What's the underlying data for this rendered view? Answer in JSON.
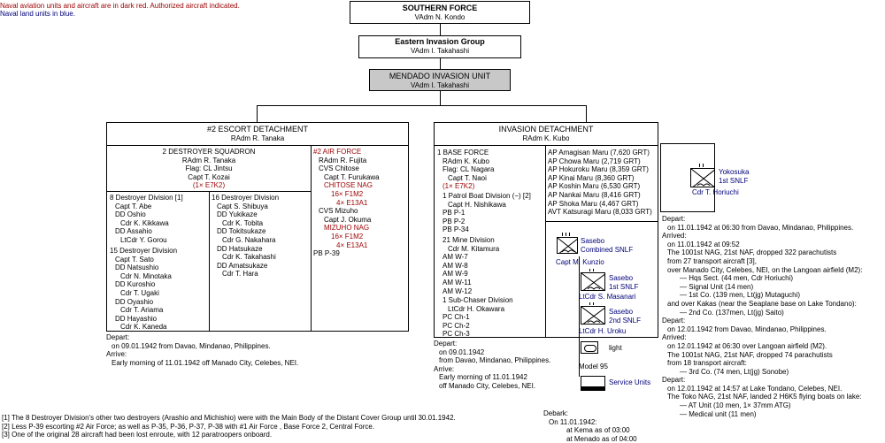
{
  "legend": {
    "line1": "Naval aviation units and aircraft are in dark red. Authorized aircraft indicated.",
    "line2": "Naval land units in blue."
  },
  "southern_force": {
    "title": "SOUTHERN FORCE",
    "commander": "VAdm N. Kondo"
  },
  "eastern_group": {
    "title": "Eastern Invasion Group",
    "commander": "VAdm I. Takahashi"
  },
  "mendado_unit": {
    "title": "MENDADO INVASION UNIT",
    "commander": "VAdm I. Takahashi"
  },
  "escort": {
    "title": "#2 ESCORT DETACHMENT",
    "commander": "RAdm R. Tanaka",
    "squadron": {
      "title": "2 DESTROYER SQUADRON",
      "lines": [
        "RAdm R. Tanaka",
        "Flag: CL Jintsu",
        "Capt T. Kozai"
      ],
      "aircraft": "(1× E7K2)"
    },
    "div8": [
      "8 Destroyer Division [1]",
      "Capt T. Abe",
      "DD Oshio",
      "Cdr K. Kikkawa",
      "DD Assahio",
      "LtCdr Y. Gorou"
    ],
    "div15": [
      "15 Destroyer Division",
      "Capt T. Sato",
      "DD Natsushio",
      "Cdr N. Minotaka",
      "DD Kuroshio",
      "Cdr T. Ugaki",
      "DD Oyashio",
      "Cdr T. Ariama",
      "DD Hayashio",
      "Cdr K. Kaneda"
    ],
    "div16": [
      "16 Destroyer Division",
      "Capt S. Shibuya",
      "DD Yukikaze",
      "Cdr K. Tobita",
      "DD Tokitsukaze",
      "Cdr G. Nakahara",
      "DD Hatsukaze",
      "Cdr K. Takahashi",
      "DD Amatsukaze",
      "Cdr T. Hara"
    ],
    "air_force": {
      "title": "#2 AIR FORCE",
      "commander": "RAdm R. Fujita",
      "chitose": [
        "CVS Chitose",
        "Capt T. Furukawa"
      ],
      "chitose_nag": [
        "CHITOSE NAG",
        "16× F1M2",
        "4× E13A1"
      ],
      "mizuho": [
        "CVS Mizuho",
        "Capt J. Okuma"
      ],
      "mizuho_nag": [
        "MIZUHO NAG",
        "16× F1M2",
        "4× E13A1"
      ],
      "pb": "PB P-39"
    },
    "depart_label": "Depart:",
    "depart": "on 09.01.1942 from Davao, Mindanao, Philippines.",
    "arrive_label": "Arrive:",
    "arrive": "Early morning of 11.01.1942 off Manado City, Celebes, NEI."
  },
  "invasion": {
    "title": "INVASION DETACHMENT",
    "commander": "RAdm K. Kubo",
    "base_force": {
      "lines": [
        "1 BASE FORCE",
        "RAdm K. Kubo",
        "Flag: CL Nagara",
        "Capt T. Naoi"
      ],
      "aircraft": "(1× E7K2)"
    },
    "patrol": [
      "1 Patrol Boat Division (−) [2]",
      "Capt H. Nishikawa",
      "PB P-1",
      "PB P-2",
      "PB P-34"
    ],
    "mine": [
      "21 Mine Division",
      "Cdr M. Kitamura",
      "AM W-7",
      "AM W-8",
      "AM W-9",
      "AM W-11",
      "AM W-12"
    ],
    "subchaser": [
      "1 Sub-Chaser Division",
      "LtCdr H. Okawara",
      "PC Ch-1",
      "PC Ch-2",
      "PC Ch-3"
    ],
    "transports": [
      "AP Amagisan Maru (7,620 GRT)",
      "AP Chowa Maru (2,719 GRT)",
      "AP Hokuroku Maru (8,359 GRT)",
      "AP Kinai Maru (8,360 GRT)",
      "AP Koshin Maru (6,530 GRT)",
      "AP Nankai Maru (8,416 GRT)",
      "AP Shoka Maru (4,467 GRT)",
      "AVT Katsuragi Maru (8,033 GRT)"
    ],
    "depart_label": "Depart:",
    "depart": [
      "on 09.01.1942",
      "from Davao, Mindanao, Philippines."
    ],
    "arrive_label": "Arrive:",
    "arrive": [
      "Early morning of 11.01.1942",
      "off Manado City, Celebes, NEI."
    ]
  },
  "landing": {
    "combined": {
      "name": [
        "Sasebo",
        "Combined SNLF"
      ],
      "cdr": "Capt M. Kunzio"
    },
    "first": {
      "name": [
        "Sasebo",
        "1st SNLF"
      ],
      "cdr": "LtCdr S. Masanari"
    },
    "second": {
      "name": [
        "Sasebo",
        "2nd SNLF"
      ],
      "cdr": "LtCdr H. Uroku"
    },
    "light": "light",
    "model": "Model 95",
    "service": "Service Units",
    "debark_label": "Debark:",
    "debark": [
      "On 11.01.1942:",
      "at Kema as of 03:00",
      "at Menado as of 04:00"
    ]
  },
  "yokosuka": {
    "name": [
      "Yokosuka",
      "1st SNLF"
    ],
    "cdr": "Cdr T. Horiuchi",
    "notes": [
      "Depart:",
      "on 11.01.1942 at 06:30 from Davao, Mindanao, Philippines.",
      "Arrived:",
      "on 11.01.1942 at 09:52",
      "The 1001st NAG, 21st NAF, dropped 322 parachutists",
      "from 27 transport aircraft [3],",
      "over Manado City, Celebes, NEI, on the Langoan airfield (M2):",
      "— Hqs Sect. (44 men, Cdr Horiuchi)",
      "— Signal Unit (14 men)",
      "— 1st Co. (139 men, Lt(jg) Mutaguchi)",
      "and over Kakas (near the Seaplane base on Lake Tondano):",
      "— 2nd Co. (137men, Lt(jg) Saito)",
      "Depart:",
      "on 12.01.1942 from Davao, Mindanao, Philippines.",
      "Arrived:",
      "on 12.01.1942 at 06:30 over Langoan airfield (M2).",
      "The 1001st NAG, 21st NAF, dropped 74 parachutists",
      "from 18 transport aircraft:",
      "— 3rd Co. (74 men, Lt(jg) Sonobe)",
      "Depart:",
      "on 12.01.1942 at 14:57 at Lake Tondano, Celebes, NEI.",
      "The Toko NAG, 21st NAF, landed 2 H6K5 flying boats on lake:",
      "— AT Unit (10 men, 1× 37mm ATG)",
      "— Medical unit (11 men)"
    ]
  },
  "footnotes": [
    "[1] The 8 Destroyer Division's other two destroyers (Arashio and Michishio) were with the Main Body of the Distant Cover Group until 30.01.1942.",
    "[2] Less P-39 escorting #2 Air Force; as well as P-35, P-36, P-37, P-38 with #1 Air Force , Base Force 2, Central Force.",
    "[3] One of the original 28 aircraft had been lost enroute, with 12 paratroopers onboard."
  ]
}
